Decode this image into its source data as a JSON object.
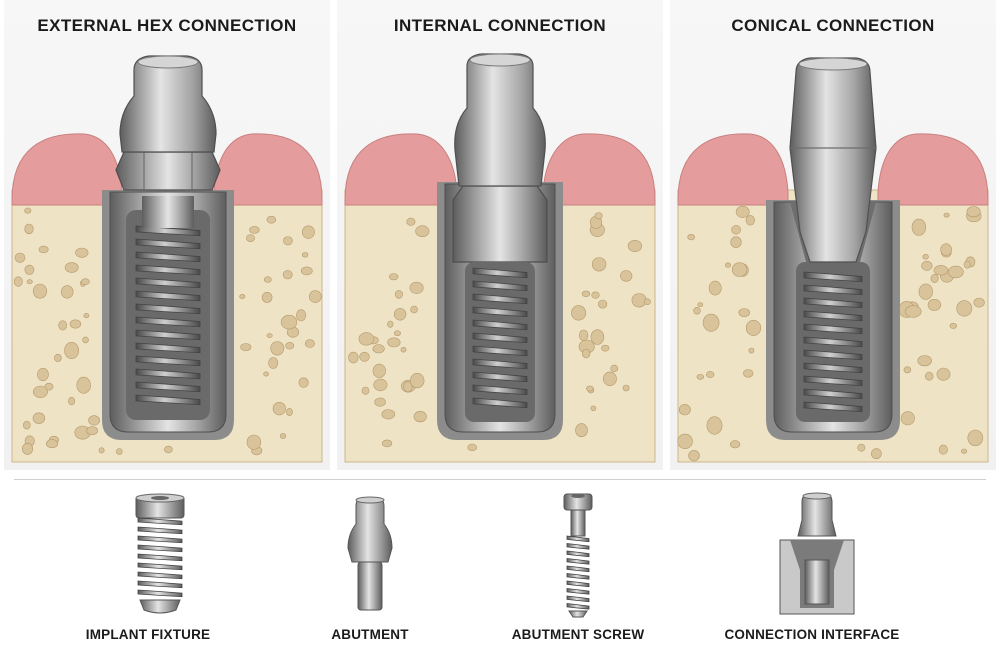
{
  "panels": [
    {
      "title": "EXTERNAL HEX CONNECTION",
      "variant": "external-hex"
    },
    {
      "title": "INTERNAL CONNECTION",
      "variant": "internal"
    },
    {
      "title": "CONICAL CONNECTION",
      "variant": "conical"
    }
  ],
  "components": [
    {
      "label": "IMPLANT FIXTURE"
    },
    {
      "label": "ABUTMENT"
    },
    {
      "label": "ABUTMENT SCREW"
    },
    {
      "label": "CONNECTION INTERFACE"
    }
  ],
  "colors": {
    "bone": "#efe3c6",
    "bone_pore": "#d8c39a",
    "gum": "#e59c9c",
    "metal_light": "#e4e4e4",
    "metal_mid": "#a4a4a4",
    "metal_dark": "#5d5d5d"
  }
}
